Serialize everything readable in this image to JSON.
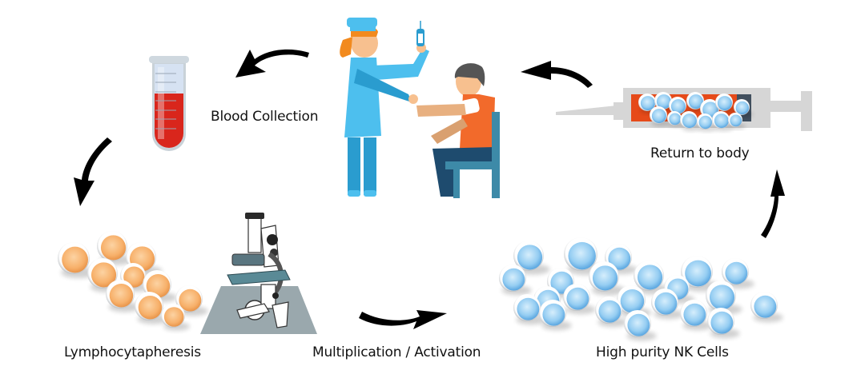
{
  "title": "NK cell therapy process cycle",
  "steps": [
    {
      "id": "blood-collection",
      "label": "Blood Collection",
      "icon": "test-tube-icon"
    },
    {
      "id": "lymphocytapheresis",
      "label": "Lymphocytapheresis",
      "icon": "cells-orange-icon"
    },
    {
      "id": "multiplication",
      "label": "Multiplication / Activation",
      "icon": "microscope-icon"
    },
    {
      "id": "nk-cells",
      "label": "High purity NK Cells",
      "icon": "cells-blue-icon"
    },
    {
      "id": "return",
      "label": "Return to body",
      "icon": "syringe-icon"
    }
  ],
  "center": {
    "icon": "nurse-patient-icon"
  },
  "colors": {
    "blood": "#d9261c",
    "tube": "#d4dff0",
    "nurse": "#4dbfee",
    "nurse_dark": "#2a9ccf",
    "patient_shirt": "#f26a2b",
    "patient_pants": "#1e4b6e",
    "chair": "#3d8aa8",
    "skin": "#f7c08f",
    "hair_orange": "#f28a1e",
    "hair_gray": "#555555",
    "orange_cell": "#f9b574",
    "blue_cell": "#8cc8f0",
    "arrow": "#000000",
    "syringe": "#d6d6d6"
  }
}
